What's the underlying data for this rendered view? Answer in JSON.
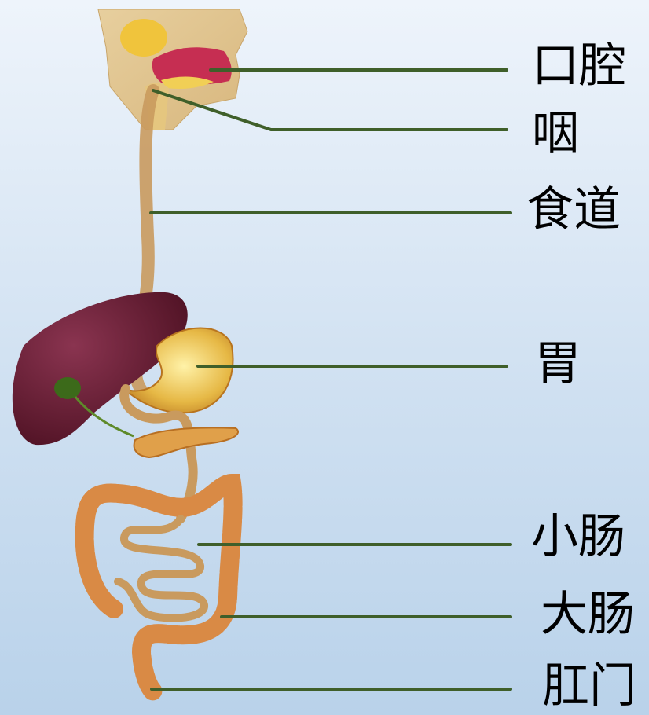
{
  "labels": {
    "mouth": "口腔",
    "pharynx": "咽",
    "esophagus": "食道",
    "stomach": "胃",
    "small_intestine": "小肠",
    "large_intestine": "大肠",
    "anus": "肛门"
  },
  "colors": {
    "leader_line": "#3f5f2a",
    "liver": "#5b1528",
    "stomach": "#e2b13a",
    "intestine": "#d98a45",
    "esophagus": "#c99a5e",
    "gallbladder": "#3c6a1a",
    "pancreas": "#e0a04a"
  }
}
